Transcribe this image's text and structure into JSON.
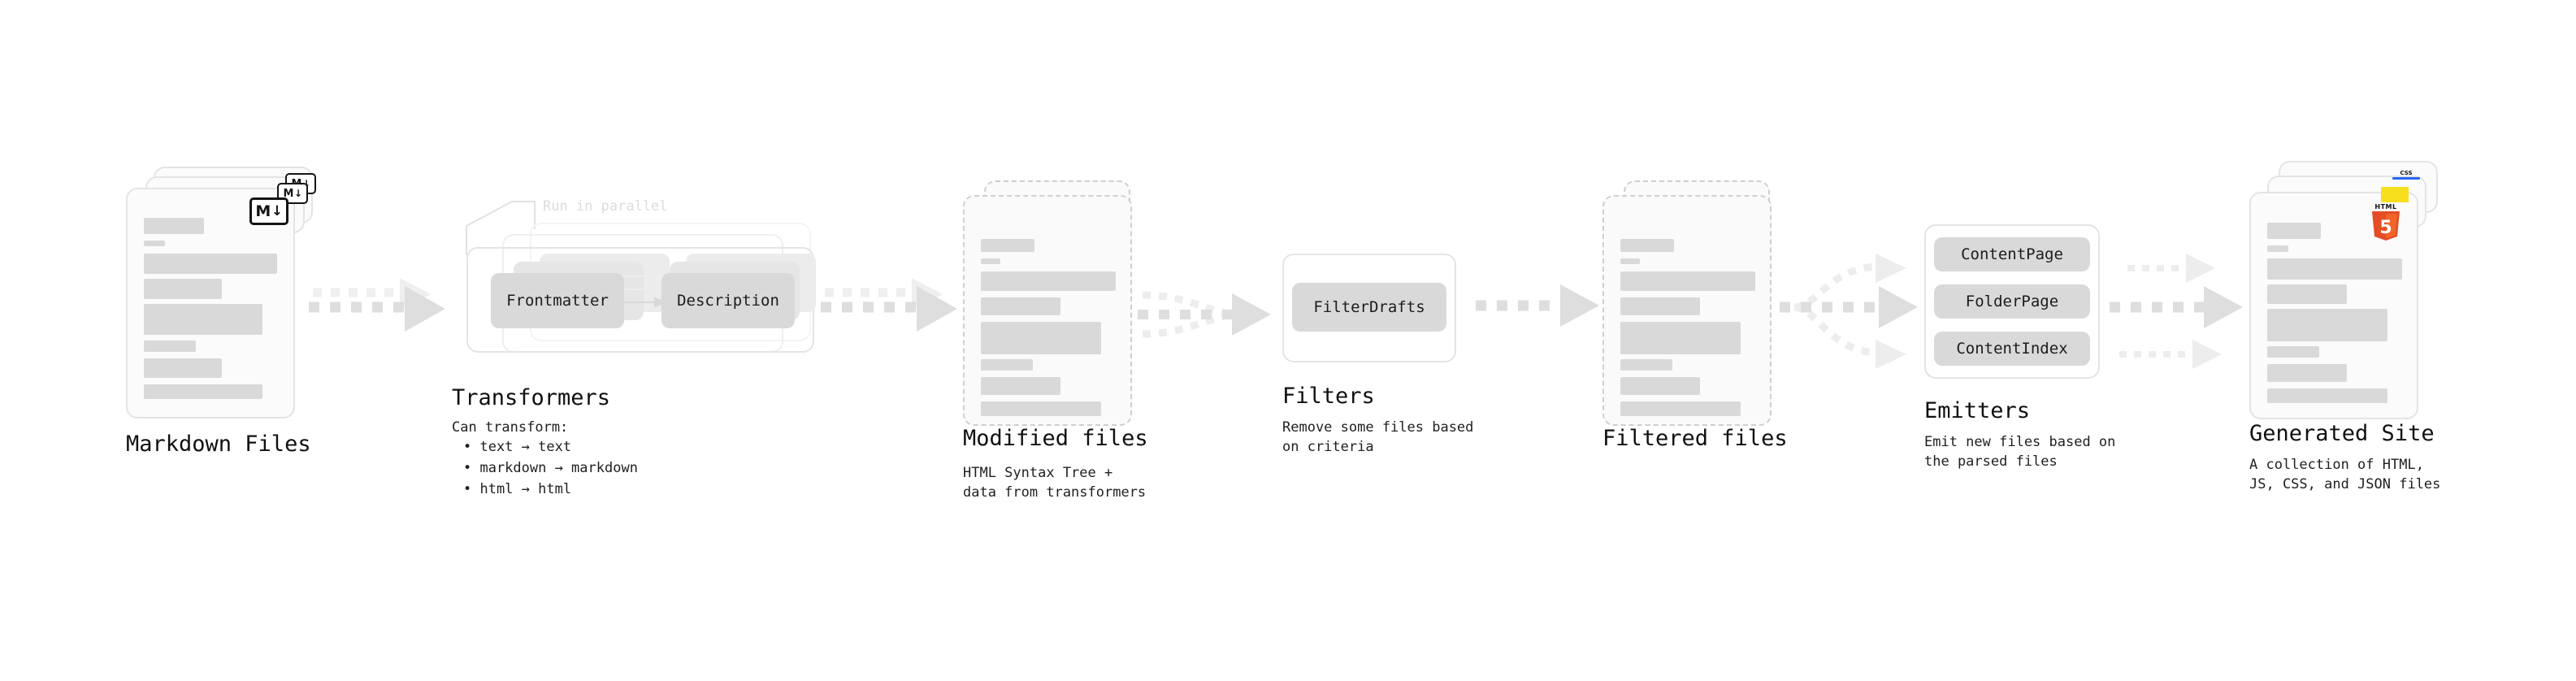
{
  "diagram": {
    "title_semantic": "quartz-build-pipeline",
    "accent_colors": {
      "skeleton": "#d9d9d9",
      "card_border": "#e4e4e4",
      "dashed_border": "#cfcfcf",
      "arrow": "#d5d5d5",
      "arrow_faint": "#ededed",
      "ghost_text": "#dcdcdc",
      "html5_orange": "#e44d26",
      "html5_orange_light": "#f16529",
      "css3_blue": "#2965f1",
      "js_yellow": "#f7df1e",
      "text": "#1c1c1c"
    }
  },
  "stages": [
    {
      "id": "markdown-files",
      "title": "Markdown Files",
      "description": "",
      "badge": "markdown-icon",
      "badge_text_left": "M",
      "badge_text_right": "↓"
    },
    {
      "id": "transformers",
      "title": "Transformers",
      "description": "Can transform:",
      "bullets": [
        "• text → text",
        "• markdown → markdown",
        "• html → html"
      ],
      "annotation": "Run in parallel",
      "nodes": [
        "Frontmatter",
        "Description"
      ]
    },
    {
      "id": "modified-files",
      "title": "Modified files",
      "description": "HTML Syntax Tree +\ndata from transformers"
    },
    {
      "id": "filters",
      "title": "Filters",
      "description": "Remove some files based\non criteria",
      "nodes": [
        "FilterDrafts"
      ]
    },
    {
      "id": "filtered-files",
      "title": "Filtered files",
      "description": ""
    },
    {
      "id": "emitters",
      "title": "Emitters",
      "description": "Emit new files based on\nthe parsed files",
      "nodes": [
        "ContentPage",
        "FolderPage",
        "ContentIndex"
      ]
    },
    {
      "id": "generated-site",
      "title": "Generated Site",
      "description": "A collection of HTML,\nJS, CSS, and JSON files",
      "badges": [
        "css3-icon",
        "js-icon",
        "html5-icon"
      ],
      "badge_labels": {
        "css": "CSS",
        "html": "HTML",
        "html_digit": "5"
      }
    }
  ]
}
